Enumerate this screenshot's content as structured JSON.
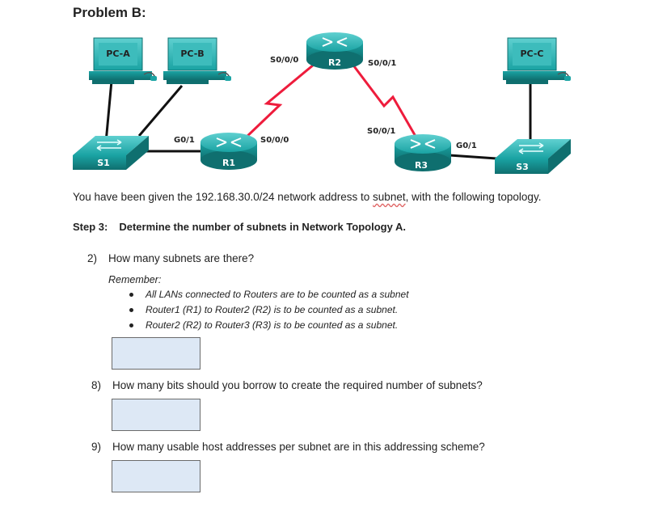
{
  "title": "Problem B:",
  "topology": {
    "pcs": [
      "PC-A",
      "PC-B",
      "PC-C"
    ],
    "switches": [
      "S1",
      "S3"
    ],
    "routers": [
      "R1",
      "R2",
      "R3"
    ],
    "ports": {
      "r2_left": "S0/0/0",
      "r2_right": "S0/0/1",
      "r1_serial": "S0/0/0",
      "r1_lan": "G0/1",
      "r3_serial": "S0/0/1",
      "r3_lan": "G0/1"
    }
  },
  "intro": {
    "before": "You have been given the 192.168.30.0/24 network address to ",
    "underlined": "subnet",
    "after": ", with the following topology."
  },
  "step": {
    "label": "Step 3:",
    "text": "Determine the number of subnets in Network Topology A."
  },
  "questions": [
    {
      "num": "2)",
      "text": "How many subnets are there?"
    },
    {
      "num": "8)",
      "text": "How many bits should you borrow to create the required number of subnets?"
    },
    {
      "num": "9)",
      "text": "How many usable host addresses per subnet are in this addressing scheme?"
    }
  ],
  "remember": {
    "label": "Remember:",
    "items": [
      "All LANs connected to Routers are to be counted as a subnet",
      "Router1 (R1) to Router2 (R2) is to be counted as a subnet.",
      "Router2 (R2) to Router3 (R3) is to be counted as a subnet."
    ]
  },
  "colors": {
    "device_teal": "#1aa3a3",
    "device_dark": "#137a7a",
    "serial_link": "#ee1c3c",
    "answer_fill": "#dde8f5"
  }
}
